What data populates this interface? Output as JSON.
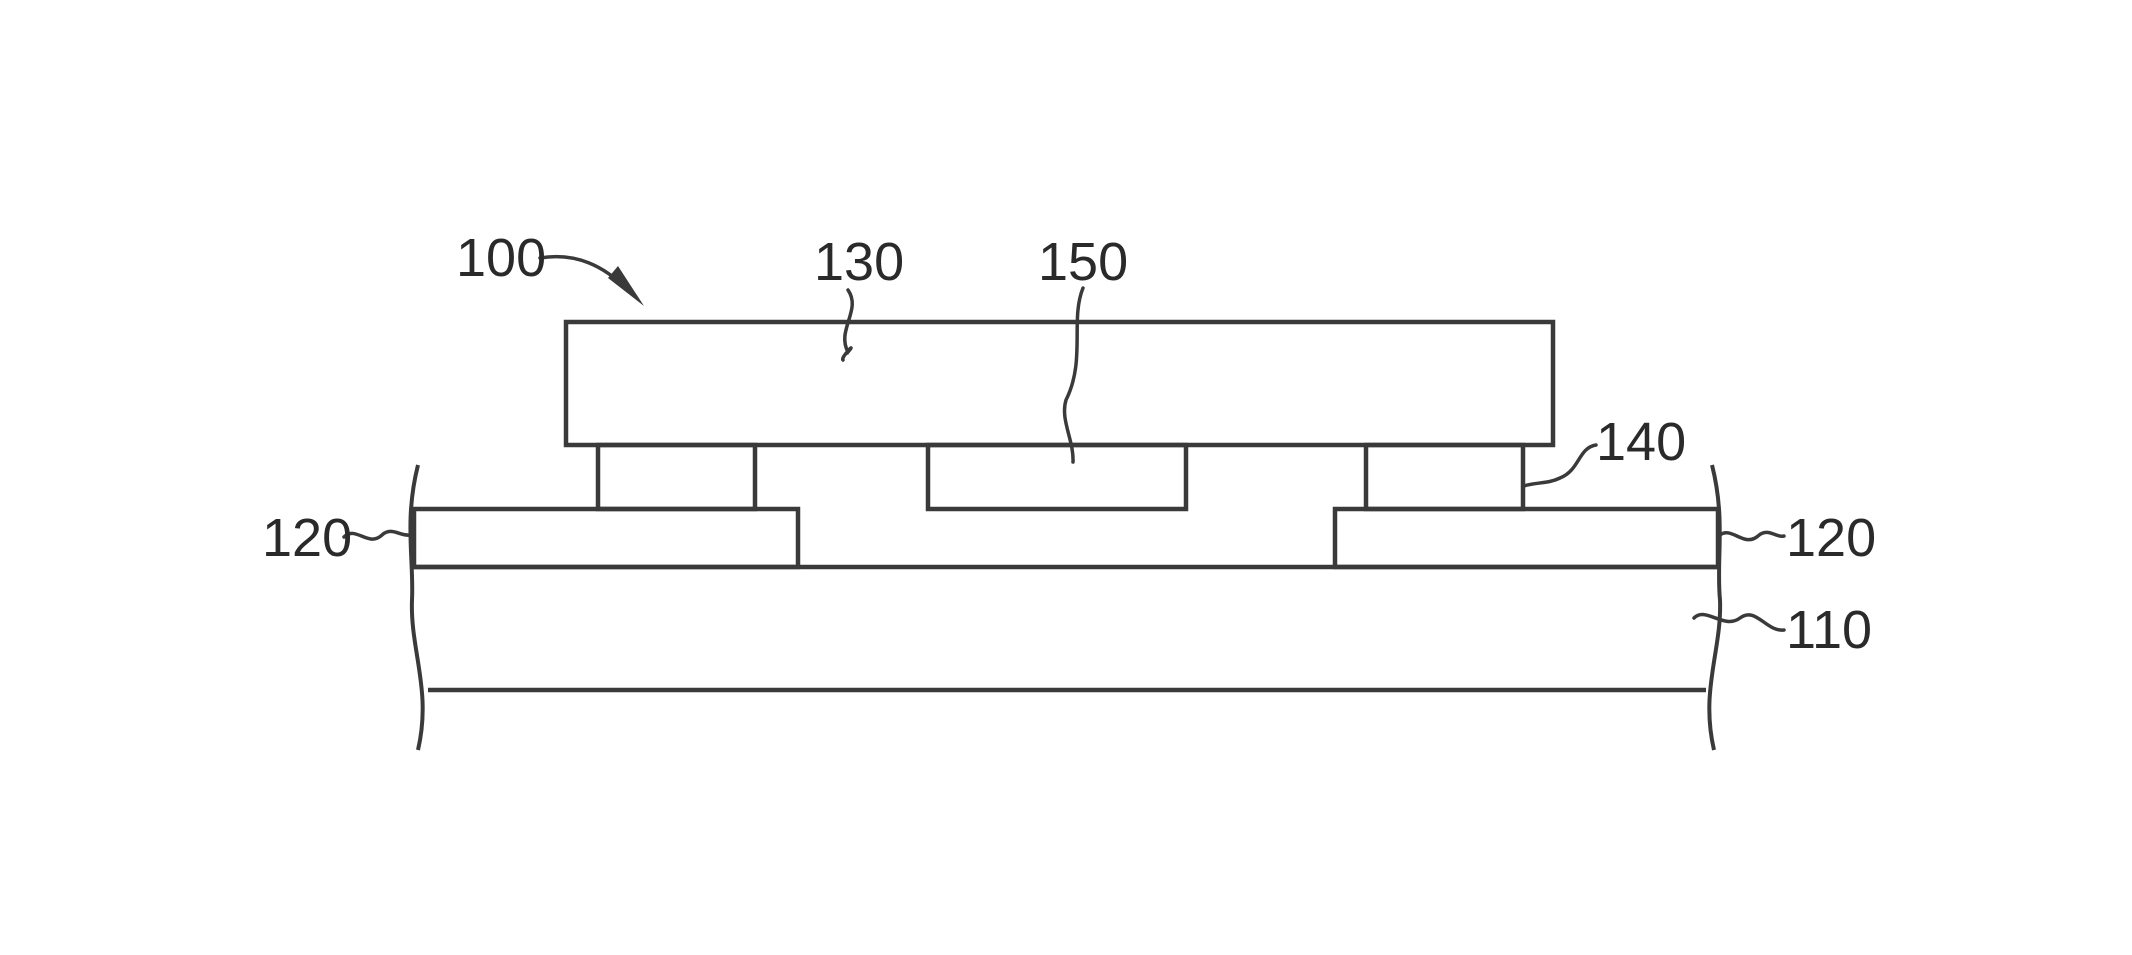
{
  "figure": {
    "labels": {
      "assembly": "100",
      "substrate": "110",
      "pad_left": "120",
      "pad_right": "120",
      "die": "130",
      "bump": "140",
      "underfill": "150"
    }
  },
  "colors": {
    "stroke": "#3a3a3a",
    "text": "#2a2a2a",
    "background": "#ffffff"
  }
}
